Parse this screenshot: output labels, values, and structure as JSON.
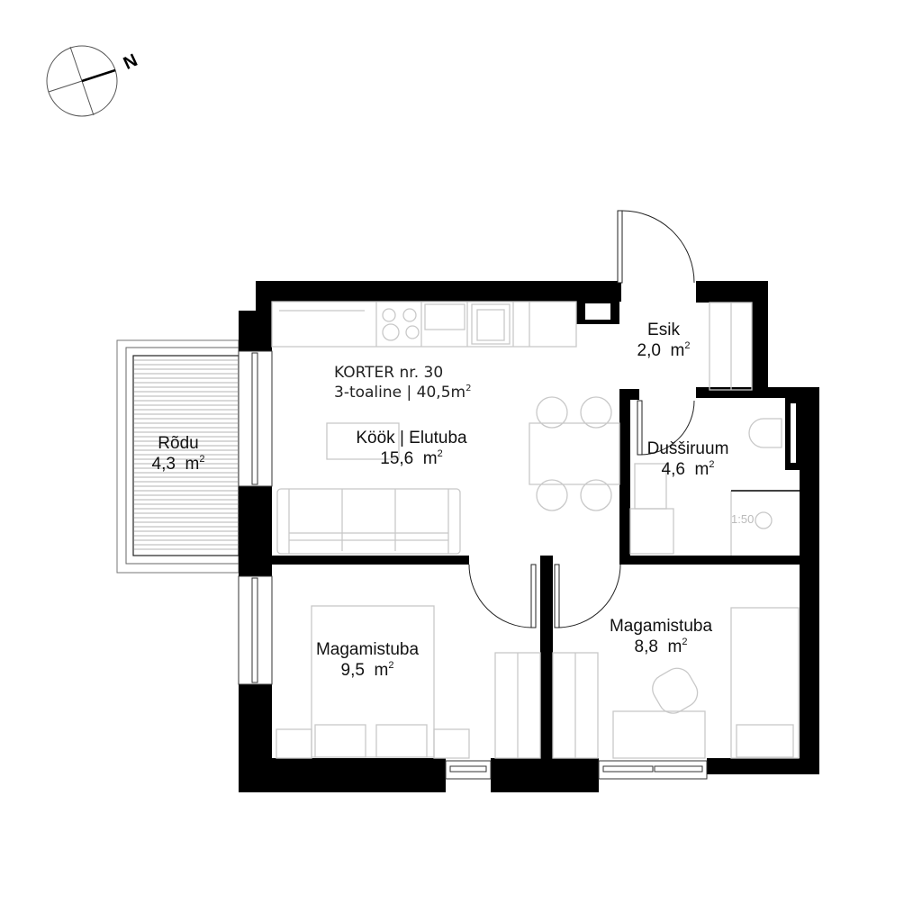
{
  "compass": {
    "label": "N"
  },
  "apartment": {
    "title": "KORTER nr. 30",
    "type": "3-toaline",
    "separator": "|",
    "total_area": "40,5m",
    "area_sup": "2"
  },
  "rooms": [
    {
      "id": "kitchen-living",
      "name": "Köök | Elutuba",
      "area": "15,6",
      "unit": "m",
      "sup": "2"
    },
    {
      "id": "entrance",
      "name": "Esik",
      "area": "2,0",
      "unit": "m",
      "sup": "2"
    },
    {
      "id": "shower-room",
      "name": "Dušširuum",
      "area": "4,6",
      "unit": "m",
      "sup": "2"
    },
    {
      "id": "balcony",
      "name": "Rõdu",
      "area": "4,3",
      "unit": "m",
      "sup": "2"
    },
    {
      "id": "bedroom-1",
      "name": "Magamistuba",
      "area": "9,5",
      "unit": "m",
      "sup": "2"
    },
    {
      "id": "bedroom-2",
      "name": "Magamistuba",
      "area": "8,8",
      "unit": "m",
      "sup": "2"
    }
  ],
  "annotations": {
    "scale_hint": "1:50"
  },
  "colors": {
    "wall": "#000000",
    "furniture": "#c8c8c8",
    "line": "#333333"
  }
}
